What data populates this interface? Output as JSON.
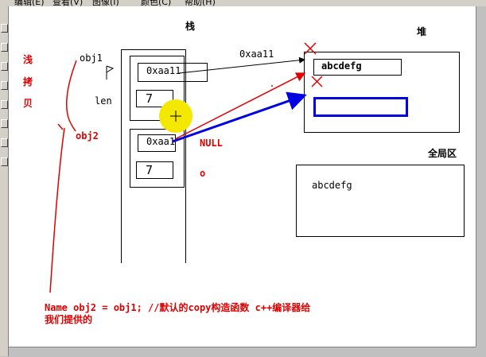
{
  "menubar": {
    "items": [
      "编辑(E)",
      "查看(V)",
      "图像(I)",
      "颜色(C)",
      "帮助(H)"
    ]
  },
  "canvas": {
    "stack_label": "栈",
    "heap_label": "堆",
    "global_label": "全局区",
    "shallow_copy_chars": [
      "浅",
      "拷",
      "贝"
    ],
    "obj1_label": "obj1",
    "obj2_label": "obj2",
    "len_label": "len",
    "obj1_addr": "0xaa11",
    "obj2_addr": "0xaa1",
    "len1_value": "7",
    "len2_value": "7",
    "arrow_addr_label": "0xaa11",
    "heap_string": "abcdefg",
    "global_string": "abcdefg",
    "null_label": "NULL",
    "small_o": "o",
    "code_line1": "Name obj2 = obj1;  //默认的copy构造函数 c++编译器给",
    "code_line2": "我们提供的"
  },
  "colors": {
    "annotation_red": "#e00000",
    "highlight_blue": "#0000e0",
    "cursor_yellow": "#f5e800"
  }
}
